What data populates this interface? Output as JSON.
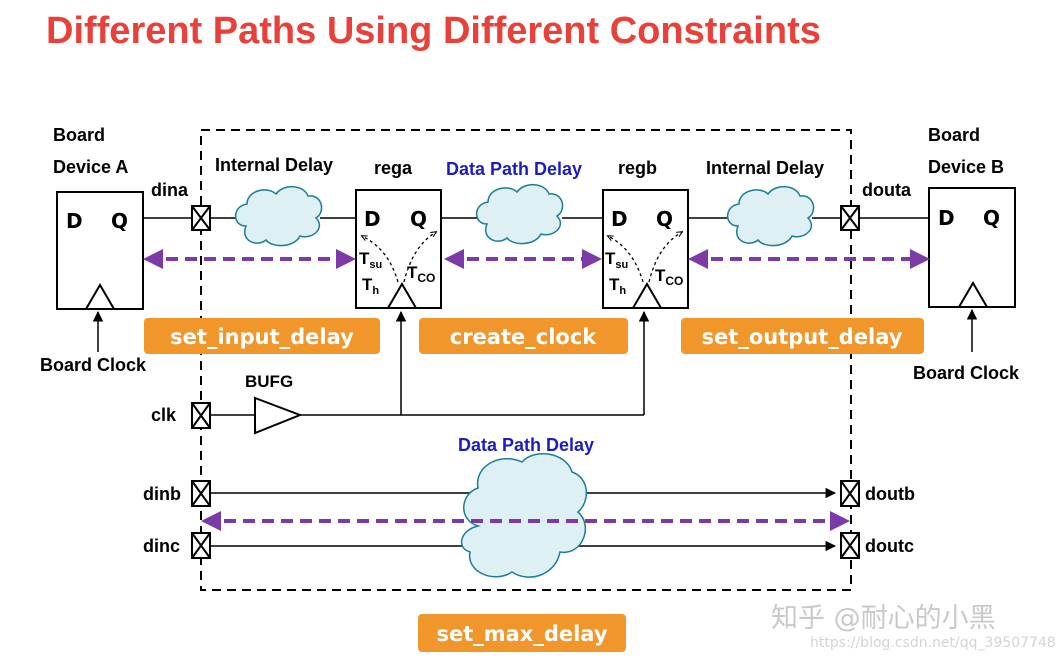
{
  "title": "Different Paths Using Different Constraints",
  "board_a": {
    "line1": "Board",
    "line2": "Device A",
    "clock": "Board Clock"
  },
  "board_b": {
    "line1": "Board",
    "line2": "Device B",
    "clock": "Board Clock"
  },
  "pins": {
    "d": "D",
    "q": "Q"
  },
  "ports": {
    "dina": "dina",
    "douta": "douta",
    "clk": "clk",
    "dinb": "dinb",
    "dinc": "dinc",
    "doutb": "doutb",
    "doutc": "doutc"
  },
  "registers": {
    "rega": "rega",
    "regb": "regb"
  },
  "timing": {
    "tsu_main": "T",
    "tsu_sub": "su",
    "th_main": "T",
    "th_sub": "h",
    "tco_main": "T",
    "tco_sub": "CO"
  },
  "delays": {
    "internal_left": "Internal Delay",
    "internal_right": "Internal Delay",
    "data_path_top": "Data Path Delay",
    "data_path_bottom": "Data Path Delay"
  },
  "buffer": "BUFG",
  "constraints": {
    "input": "set_input_delay",
    "clock": "create_clock",
    "output": "set_output_delay",
    "max": "set_max_delay"
  },
  "colors": {
    "title": "#e8413a",
    "arrow": "#7b3aa6",
    "tag": "#f0962a",
    "cloud_fill": "#dff0f4",
    "cloud_stroke": "#1a7f94",
    "blue_text": "#1d1dbf"
  },
  "watermark": {
    "main": "知乎 @耐心的小黑",
    "url": "https://blog.csdn.net/qq_39507748"
  }
}
